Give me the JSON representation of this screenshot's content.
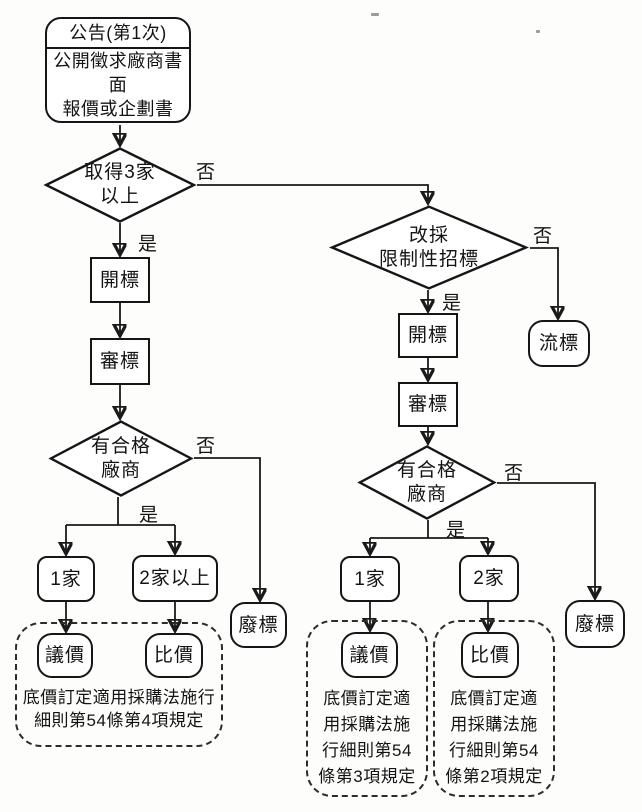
{
  "flowchart": {
    "edge_labels": {
      "yes": "是",
      "no": "否"
    },
    "start": {
      "title": "公告(第1次)",
      "body_line1": "公開徵求廠商書面",
      "body_line2": "報價或企劃書"
    },
    "left_branch": {
      "decision_three_vendors_line1": "取得3家",
      "decision_three_vendors_line2": "以上",
      "open_bid": "開標",
      "review_bid": "審標",
      "decision_qualified_line1": "有合格",
      "decision_qualified_line2": "廠商",
      "one_vendor": "1家",
      "two_plus_vendors": "2家以上",
      "void_bid": "廢標",
      "negotiated_price": "議價",
      "price_comparison": "比價",
      "note_line1": "底價訂定適用採購法施行",
      "note_line2": "細則第54條第4項規定"
    },
    "right_branch": {
      "decision_restricted_line1": "改採",
      "decision_restricted_line2": "限制性招標",
      "open_bid": "開標",
      "failed_bid": "流標",
      "review_bid": "審標",
      "decision_qualified_line1": "有合格",
      "decision_qualified_line2": "廠商",
      "one_vendor": "1家",
      "two_vendors": "2家",
      "void_bid": "廢標",
      "negotiated_price": "議價",
      "price_comparison": "比價",
      "negotiate_note_lines": [
        "底價訂定適",
        "用採購法施",
        "行細則第54",
        "條第3項規定"
      ],
      "compare_note_lines": [
        "底價訂定適",
        "用採購法施",
        "行細則第54",
        "條第2項規定"
      ]
    }
  }
}
